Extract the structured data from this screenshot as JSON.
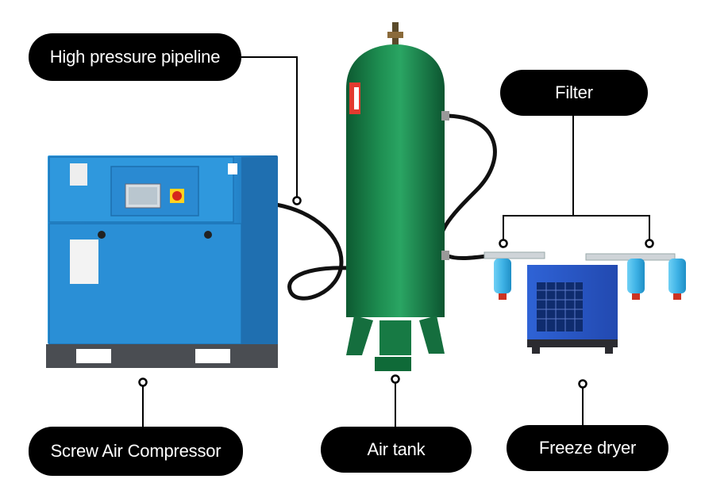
{
  "labels": {
    "high_pressure_pipeline": "High pressure pipeline",
    "filter": "Filter",
    "screw_air_compressor": "Screw Air Compressor",
    "air_tank": "Air tank",
    "freeze_dryer": "Freeze dryer"
  },
  "colors": {
    "compressor_blue": "#2a8fd6",
    "compressor_dark_blue": "#1f6fb0",
    "tank_green": "#157a45",
    "dryer_blue": "#2a57c7",
    "filter_cyan": "#3fb3e6",
    "label_bg": "#000000",
    "label_text": "#ffffff"
  }
}
